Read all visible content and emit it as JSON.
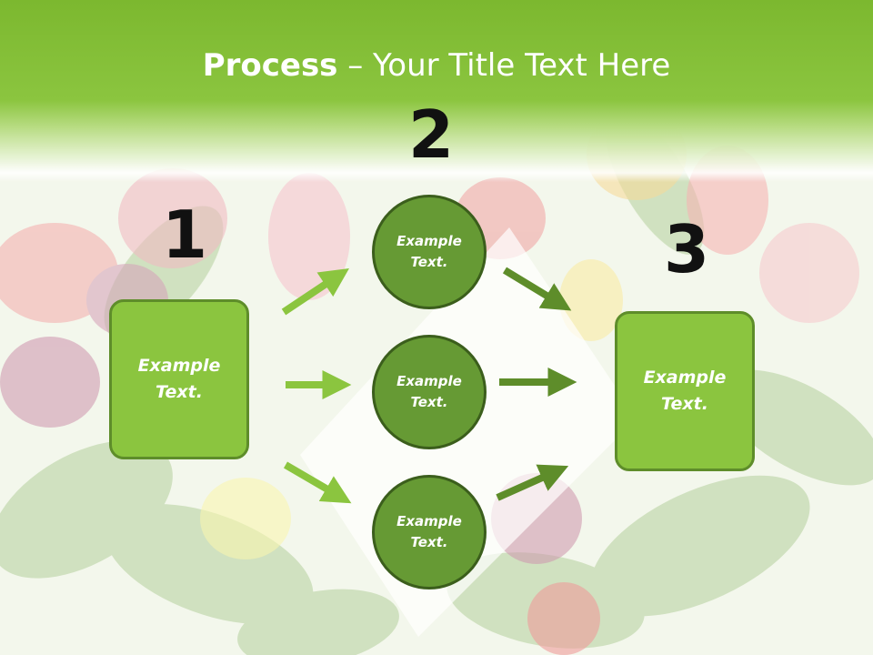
{
  "slide": {
    "title_bold": "Process",
    "title_rest": " – Your Title Text Here"
  },
  "steps": {
    "one": "1",
    "two": "2",
    "three": "3"
  },
  "boxes": {
    "left": "Example Text.",
    "right": "Example Text."
  },
  "circles": [
    "Example Text.",
    "Example Text.",
    "Example Text."
  ],
  "colors": {
    "title_bar": "#8bc53f",
    "box_fill": "#8bc53f",
    "circle_fill": "#669a34",
    "arrow_light": "#8bc53f",
    "arrow_dark": "#5e8d2a"
  }
}
